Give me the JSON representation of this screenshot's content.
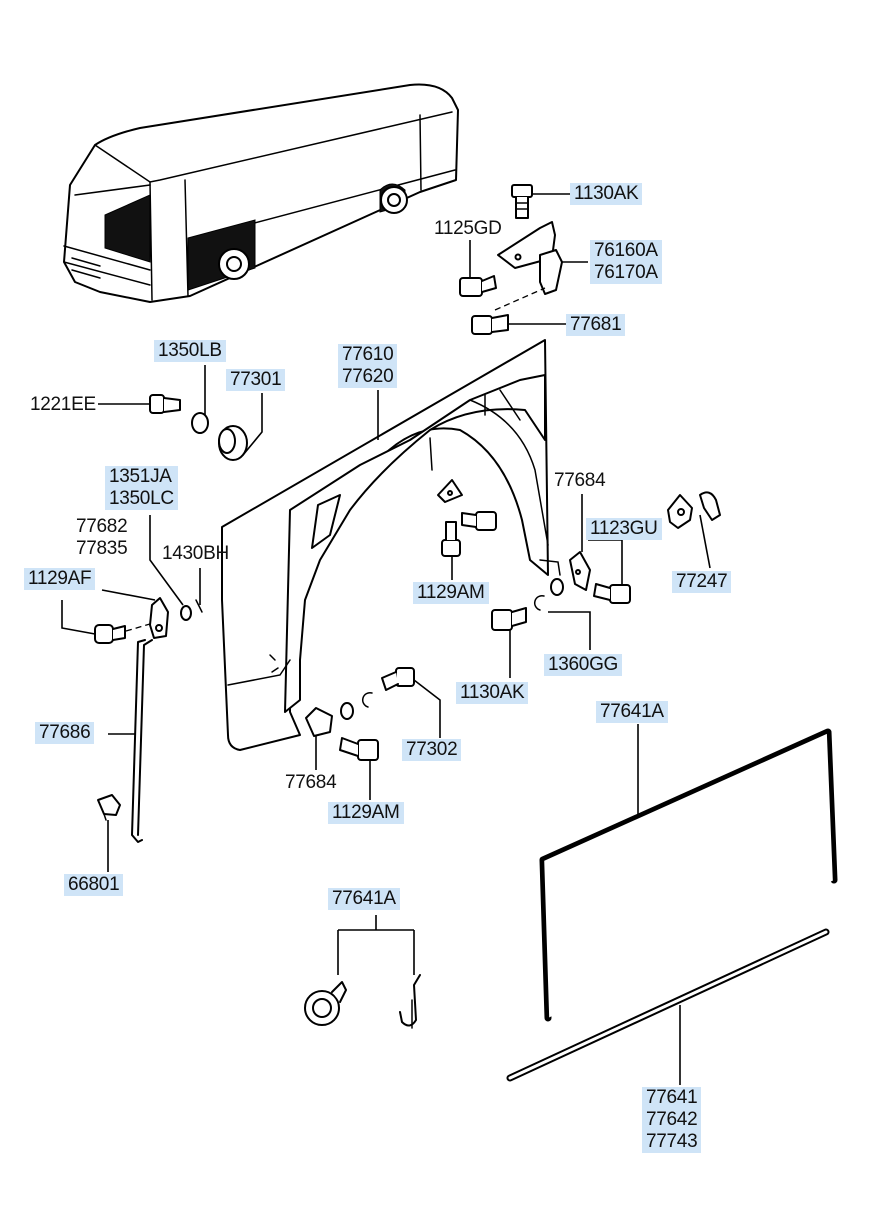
{
  "colors": {
    "highlight": "#cfe4f7",
    "ink": "#111111",
    "background": "#ffffff"
  },
  "labels": {
    "p1130AK_top": "1130AK",
    "p1125GD": "1125GD",
    "p76160A": "76160A",
    "p76170A": "76170A",
    "p77681": "77681",
    "p1350LB": "1350LB",
    "p77301": "77301",
    "p77610": "77610",
    "p77620": "77620",
    "p1221EE": "1221EE",
    "p1351JA": "1351JA",
    "p1350LC": "1350LC",
    "p77682": "77682",
    "p77835": "77835",
    "p1430BH": "1430BH",
    "p1129AF": "1129AF",
    "p77684_right": "77684",
    "p1123GU": "1123GU",
    "p77247": "77247",
    "p1129AM_mid": "1129AM",
    "p1360GG": "1360GG",
    "p1130AK_low": "1130AK",
    "p77641A_right": "77641A",
    "p77686": "77686",
    "p77302": "77302",
    "p77684_low": "77684",
    "p1129AM_low": "1129AM",
    "p66801": "66801",
    "p77641A_mid": "77641A",
    "p77641": "77641",
    "p77642": "77642",
    "p77743": "77743"
  }
}
